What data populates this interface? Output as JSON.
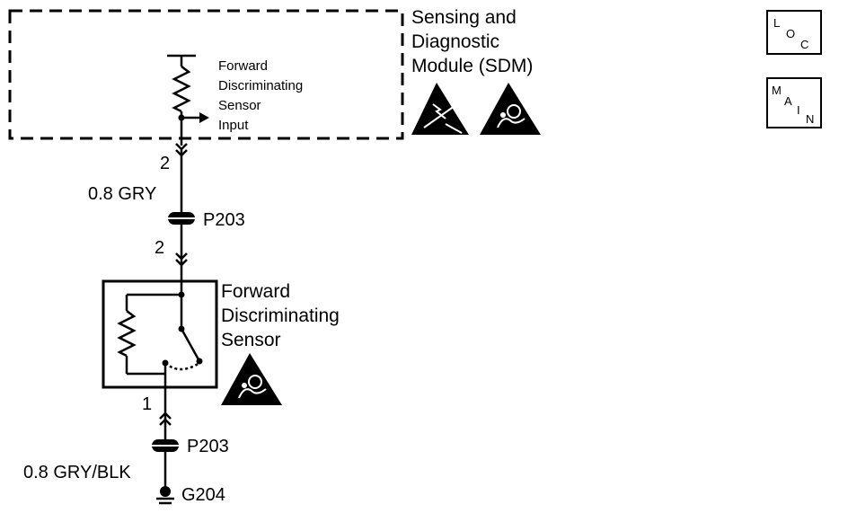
{
  "sdm": {
    "title_lines": [
      "Sensing and",
      "Diagnostic",
      "Module (SDM)"
    ],
    "internal_label_lines": [
      "Forward",
      "Discriminating",
      "Sensor",
      "Input"
    ]
  },
  "upper_wire": {
    "pin_top": "2",
    "color": "0.8 GRY",
    "connector": "P203",
    "pin_bottom": "2"
  },
  "sensor": {
    "title_lines": [
      "Forward",
      "Discriminating",
      "Sensor"
    ]
  },
  "lower_wire": {
    "pin": "1",
    "connector": "P203",
    "color": "0.8 GRY/BLK",
    "ground": "G204"
  },
  "icons": [
    "esd-sensitive-icon",
    "airbag-icon",
    "airbag-icon"
  ],
  "nav": {
    "loc": {
      "letters": [
        "L",
        "O",
        "C"
      ]
    },
    "main": {
      "letters": [
        "M",
        "A",
        "I",
        "N"
      ]
    }
  }
}
